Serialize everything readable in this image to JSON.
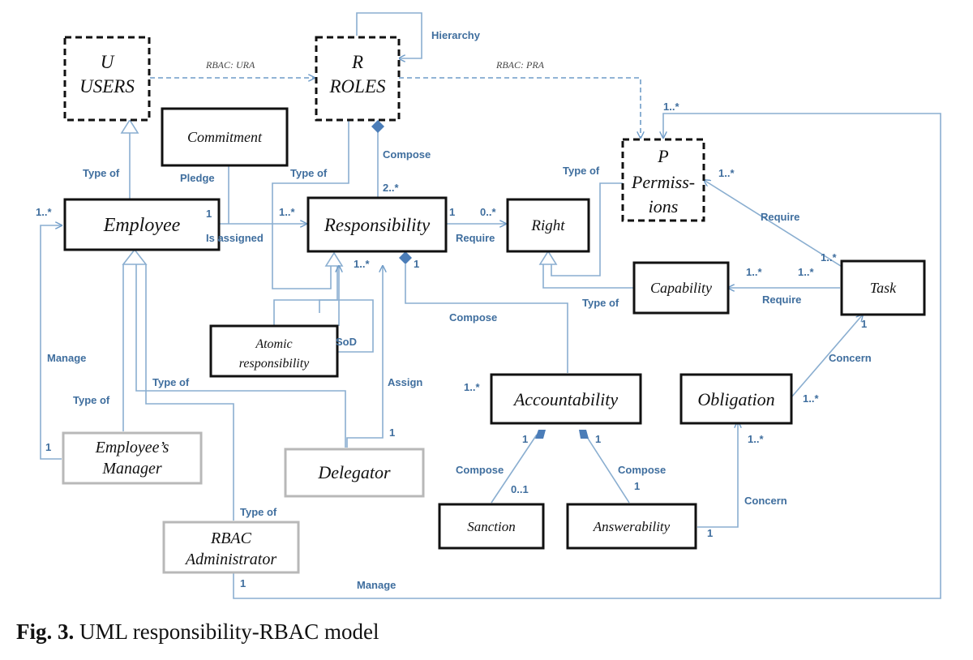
{
  "boxes": {
    "users": [
      "U",
      "USERS"
    ],
    "roles": [
      "R",
      "ROLES"
    ],
    "permissions": [
      "P",
      "Permiss-",
      "ions"
    ],
    "commitment": [
      "Commitment"
    ],
    "employee": [
      "Employee"
    ],
    "responsibility": [
      "Responsibility"
    ],
    "right": [
      "Right"
    ],
    "capability": [
      "Capability"
    ],
    "task": [
      "Task"
    ],
    "atomic": [
      "Atomic",
      "responsibility"
    ],
    "accountability": [
      "Accountability"
    ],
    "obligation": [
      "Obligation"
    ],
    "manager": [
      "Employee’s",
      "Manager"
    ],
    "delegator": [
      "Delegator"
    ],
    "sanction": [
      "Sanction"
    ],
    "answerability": [
      "Answerability"
    ],
    "rbacadmin": [
      "RBAC",
      "Administrator"
    ]
  },
  "labels": {
    "rbac_ura": "RBAC: URA",
    "rbac_pra": "RBAC: PRA",
    "hierarchy": "Hierarchy",
    "type_of": "Type of",
    "pledge": "Pledge",
    "compose": "Compose",
    "is_assigned": "Is assigned",
    "require": "Require",
    "manage": "Manage",
    "sod": "SoD",
    "assign": "Assign",
    "concern": "Concern",
    "mult_1": "1",
    "mult_1_star": "1..*",
    "mult_0_star": "0..*",
    "mult_2_star": "2..*",
    "mult_0_1": "0..1"
  },
  "caption": {
    "label": "Fig. 3.",
    "text": " UML responsibility-RBAC model"
  }
}
